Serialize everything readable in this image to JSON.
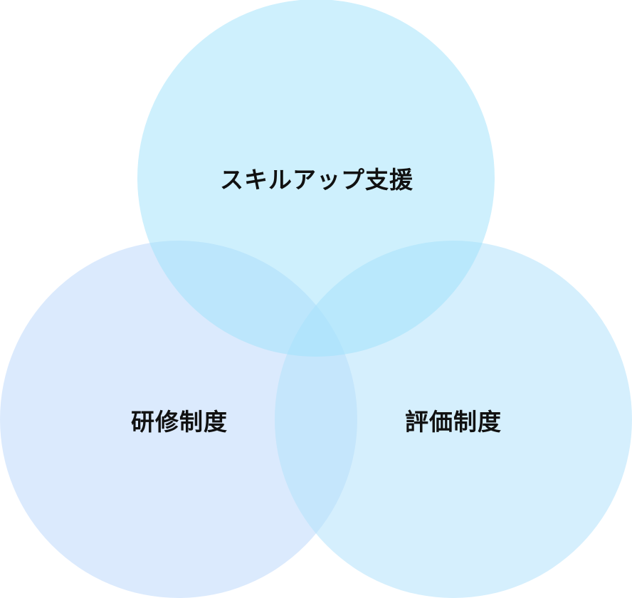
{
  "diagram": {
    "type": "venn",
    "circles": [
      {
        "id": "top",
        "label": "スキルアップ支援",
        "color": "#9ee2fb"
      },
      {
        "id": "left",
        "label": "研修制度",
        "color": "#bed9fb"
      },
      {
        "id": "right",
        "label": "評価制度",
        "color": "#b3e2fb"
      }
    ],
    "opacity": 0.5
  }
}
